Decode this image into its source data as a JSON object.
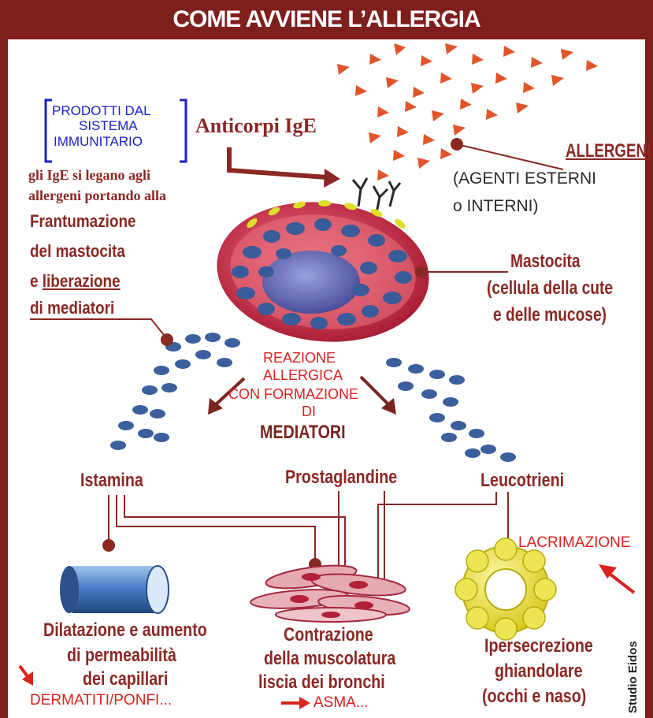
{
  "header": {
    "title": "COME AVVIENE L’ALLERGIA"
  },
  "immune_box": {
    "line1": "PRODOTTI DAL",
    "line2": "SISTEMA",
    "line3": "IMMUNITARIO"
  },
  "ige": {
    "label": "Anticorpi IgE",
    "desc_line1": "gli IgE si legano agli",
    "desc_line2": "allergeni portando alla"
  },
  "breakdown": {
    "line1": "Frantumazione",
    "line2": "del mastocita",
    "line3_a": "e ",
    "line3_b": "liberazione",
    "line4": "di mediatori"
  },
  "allergens": {
    "label": "ALLERGENI",
    "desc_line1": "(AGENTI ESTERNI",
    "desc_line2": "o INTERNI)"
  },
  "mast_cell": {
    "label": "Mastocita",
    "desc_line1": "(cellula della cute",
    "desc_line2": "e delle mucose)"
  },
  "reaction": {
    "line1": "REAZIONE",
    "line2": "ALLERGICA",
    "line3": "CON FORMAZIONE",
    "line4": "DI",
    "line5": "MEDIATORI"
  },
  "mediators": {
    "histamine": "Istamina",
    "prostaglandins": "Prostaglandine",
    "leukotrienes": "Leucotrieni"
  },
  "effects": {
    "capillaries": {
      "line1": "Dilatazione e aumento",
      "line2": "di permeabilità",
      "line3": "dei capillari",
      "note": "DERMATITI/PONFI..."
    },
    "bronchi": {
      "line1": "Contrazione",
      "line2": "della muscolatura",
      "line3": "liscia dei bronchi",
      "note": "ASMA..."
    },
    "glands": {
      "line1": "Ipersecrezione",
      "line2": "ghiandolare",
      "line3": "(occhi e naso)",
      "note": "LACRIMAZIONE"
    }
  },
  "credit": "Studio Eidos",
  "colors": {
    "frame": "#7f1f1d",
    "label": "#8a2824",
    "annotation_red": "#d8231f",
    "annotation_blue": "#1a22c8",
    "cell": "#c22a45",
    "granule": "#36548f",
    "gland": "#e6e022"
  }
}
